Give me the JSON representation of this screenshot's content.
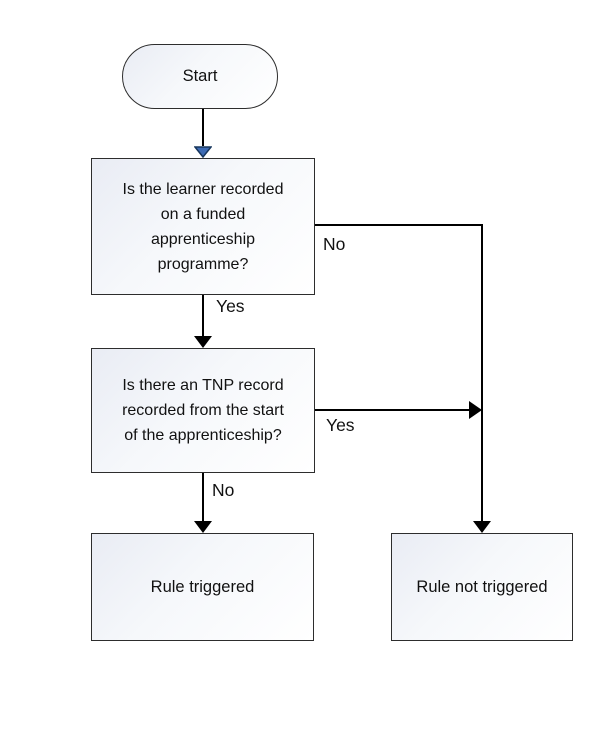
{
  "colors": {
    "canvas_bg": "#ffffff",
    "node_border": "#2d2d2d",
    "node_fill_start": "#e9ecf4",
    "node_fill_end": "#ffffff",
    "connector": "#000000",
    "start_arrow_fill": "#3e6bb4",
    "start_arrow_stroke": "#17365d",
    "text": "#111111"
  },
  "nodes": {
    "start": {
      "label": "Start",
      "shape": "stadium"
    },
    "decision_funded": {
      "label": "Is the learner recorded\non a funded\napprenticeship\nprogramme?",
      "shape": "rect"
    },
    "decision_tnp": {
      "label": "Is there an TNP record\nrecorded from the start\nof the apprenticeship?",
      "shape": "rect"
    },
    "rule_triggered": {
      "label": "Rule triggered",
      "shape": "rect"
    },
    "rule_not_triggered": {
      "label": "Rule not triggered",
      "shape": "rect"
    }
  },
  "edges": {
    "start_to_funded": {
      "label": "",
      "from": "start",
      "to": "decision_funded"
    },
    "funded_no": {
      "label": "No",
      "from": "decision_funded",
      "to": "rule_not_triggered"
    },
    "funded_yes": {
      "label": "Yes",
      "from": "decision_funded",
      "to": "decision_tnp"
    },
    "tnp_yes": {
      "label": "Yes",
      "from": "decision_tnp",
      "to": "rule_not_triggered"
    },
    "tnp_no": {
      "label": "No",
      "from": "decision_tnp",
      "to": "rule_triggered"
    }
  }
}
